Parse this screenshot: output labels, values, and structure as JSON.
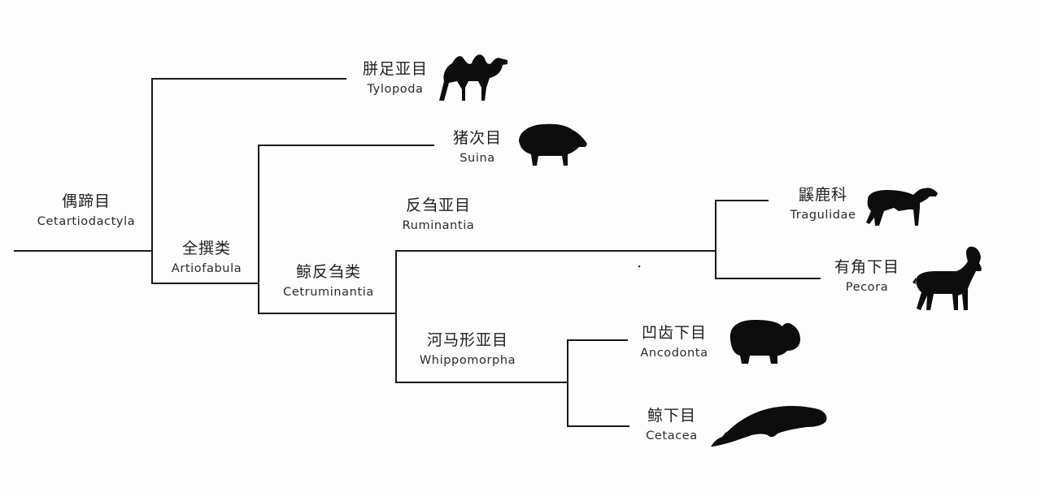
{
  "taxa": {
    "cetartiodactyla": {
      "zh": "偶蹄目",
      "latin": "Cetartiodactyla"
    },
    "artiofabula": {
      "zh": "全撰类",
      "latin": "Artiofabula"
    },
    "cetruminantia": {
      "zh": "鲸反刍类",
      "latin": "Cetruminantia"
    },
    "ruminantia": {
      "zh": "反刍亚目",
      "latin": "Ruminantia"
    },
    "whippomorpha": {
      "zh": "河马形亚目",
      "latin": "Whippomorpha"
    },
    "tylopoda": {
      "zh": "胼足亚目",
      "latin": "Tylopoda",
      "icon": "camel-icon"
    },
    "suina": {
      "zh": "猪次目",
      "latin": "Suina",
      "icon": "boar-icon"
    },
    "tragulidae": {
      "zh": "鼷鹿科",
      "latin": "Tragulidae",
      "icon": "mouse-deer-icon"
    },
    "pecora": {
      "zh": "有角下目",
      "latin": "Pecora",
      "icon": "goat-icon"
    },
    "ancodonta": {
      "zh": "凹齿下目",
      "latin": "Ancodonta",
      "icon": "hippo-icon"
    },
    "cetacea": {
      "zh": "鲸下目",
      "latin": "Cetacea",
      "icon": "whale-icon"
    }
  },
  "colors": {
    "line": "#1a1a1a",
    "silhouette": "#0d0d0d",
    "background": "#fdfdfd"
  }
}
